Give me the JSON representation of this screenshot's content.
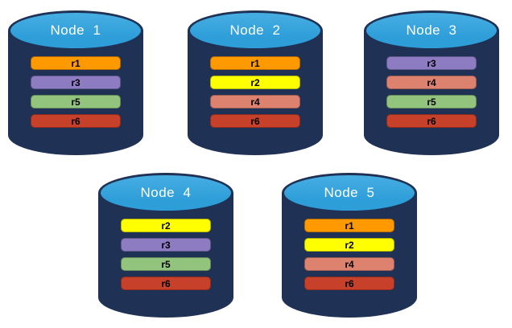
{
  "colors": {
    "background": "#FFFFFF",
    "cylinder_body": "#1F3154",
    "cylinder_top": "#2E9ED9",
    "cylinder_top_highlight": "#47AEE2",
    "node_label_text": "#FFFFFF",
    "bar_text": "#000000"
  },
  "replica_colors": {
    "r1": "#FF9900",
    "r2": "#FFFF00",
    "r3": "#8E7CC3",
    "r4": "#DE8270",
    "r5": "#93C47D",
    "r6": "#C7402A"
  },
  "nodes": [
    {
      "label": "Node  1",
      "replicas": [
        "r1",
        "r3",
        "r5",
        "r6"
      ]
    },
    {
      "label": "Node  2",
      "replicas": [
        "r1",
        "r2",
        "r4",
        "r6"
      ]
    },
    {
      "label": "Node  3",
      "replicas": [
        "r3",
        "r4",
        "r5",
        "r6"
      ]
    },
    {
      "label": "Node  4",
      "replicas": [
        "r2",
        "r3",
        "r5",
        "r6"
      ]
    },
    {
      "label": "Node  5",
      "replicas": [
        "r1",
        "r2",
        "r4",
        "r6"
      ]
    }
  ]
}
